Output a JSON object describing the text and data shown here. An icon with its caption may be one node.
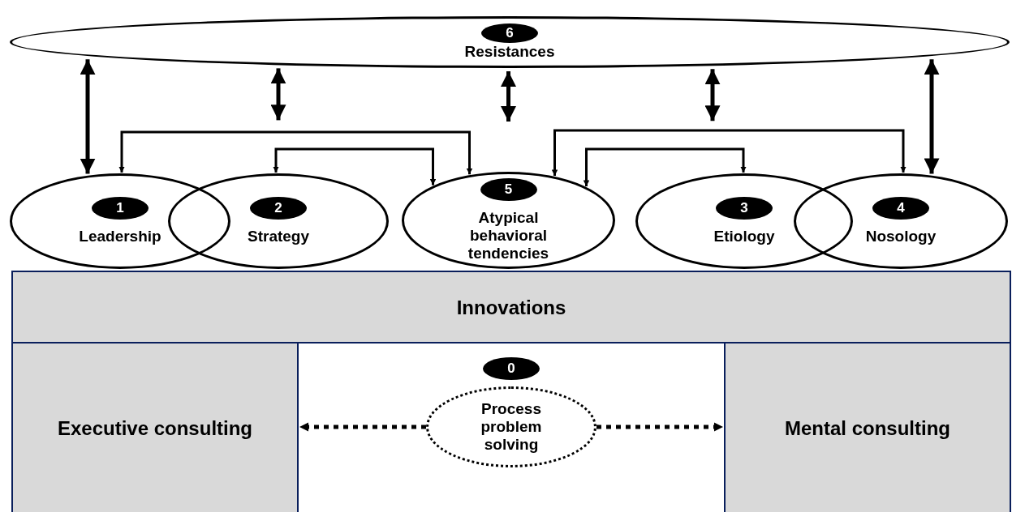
{
  "diagram": {
    "nodes": [
      {
        "text": [
          "6",
          "Resistances"
        ]
      },
      {
        "text": [
          "1",
          "Leadership"
        ]
      },
      {
        "text": [
          "2",
          "Strategy"
        ]
      },
      {
        "text": [
          "5",
          "Atypical behavioral tendencies"
        ]
      },
      {
        "text": [
          "3",
          "Etiology"
        ]
      },
      {
        "text": [
          "4",
          "Nosology"
        ]
      },
      {
        "text": [
          "Innovations"
        ]
      },
      {
        "text": [
          "Executive consulting"
        ]
      },
      {
        "text": [
          "0",
          "Process problem solving"
        ]
      },
      {
        "text": [
          "Mental consulting"
        ]
      }
    ],
    "edges": [
      {
        "from": 0,
        "to": 1,
        "arrow": "both"
      },
      {
        "from": 0,
        "to": 2,
        "arrow": "both"
      },
      {
        "from": 0,
        "to": 3,
        "arrow": "both"
      },
      {
        "from": 0,
        "to": 4,
        "arrow": "both"
      },
      {
        "from": 0,
        "to": 5,
        "arrow": "both"
      },
      {
        "from": 1,
        "to": 3,
        "arrow": "both"
      },
      {
        "from": 2,
        "to": 3,
        "arrow": "both"
      },
      {
        "from": 3,
        "to": 5,
        "arrow": "both"
      },
      {
        "from": 3,
        "to": 4,
        "arrow": "both"
      },
      {
        "from": 8,
        "to": 7,
        "arrow": "to",
        "style": "dashed"
      },
      {
        "from": 8,
        "to": 9,
        "arrow": "to",
        "style": "dashed"
      }
    ]
  }
}
